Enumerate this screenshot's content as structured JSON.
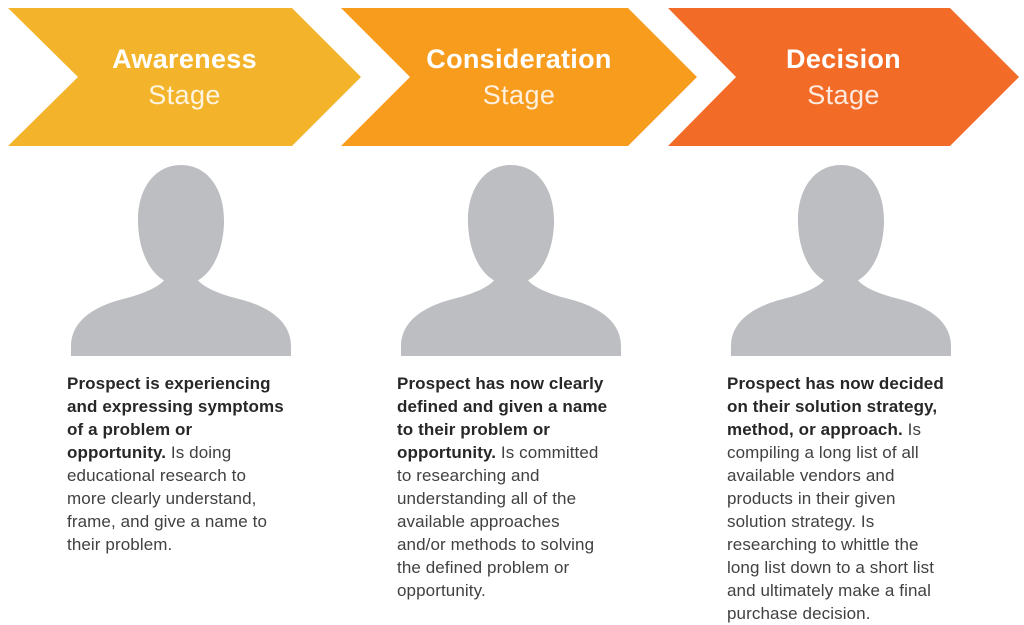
{
  "stages": [
    {
      "title": "Awareness",
      "subtitle": "Stage",
      "arrow_color": "#F3B42C",
      "description_bold": "Prospect is experiencing\nand expressing symptoms\nof a problem or\nopportunity.",
      "description_rest": " Is doing\neducational research to\nmore clearly understand,\nframe, and give a name to\ntheir problem."
    },
    {
      "title": "Consideration",
      "subtitle": "Stage",
      "arrow_color": "#F89C1E",
      "description_bold": "Prospect has now clearly\ndefined and given a name\nto their problem or\nopportunity.",
      "description_rest": " Is committed\nto researching and\nunderstanding all of the\navailable approaches\nand/or methods to solving\nthe defined problem or\nopportunity."
    },
    {
      "title": "Decision",
      "subtitle": "Stage",
      "arrow_color": "#F26B27",
      "description_bold": "Prospect has now decided\non their solution strategy,\nmethod, or approach.",
      "description_rest": " Is\ncompiling a long list of all\navailable vendors and\nproducts in their given\nsolution strategy. Is\nresearching to whittle the\nlong list down to a short list\nand ultimately make a final\npurchase decision."
    }
  ],
  "colors": {
    "background": "#ffffff",
    "silhouette": "#BCBEC2",
    "stage_text": "#ffffff",
    "text_bold": "#272727",
    "text_regular": "#414141"
  }
}
